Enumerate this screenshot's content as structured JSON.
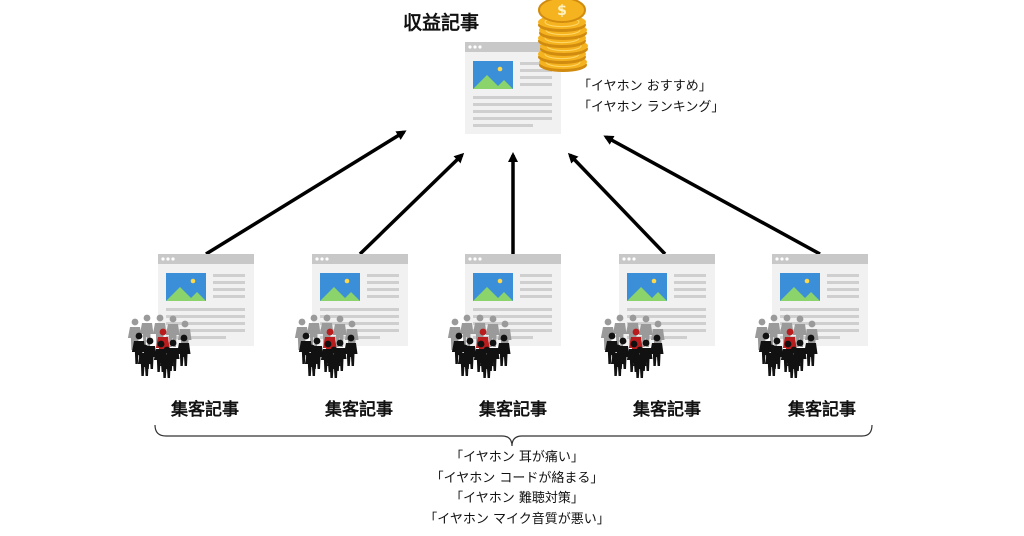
{
  "revenue_article": {
    "label": "収益記事",
    "keywords": [
      "「イヤホン おすすめ」",
      "「イヤホン ランキング」"
    ],
    "icon": "coin-stack-icon"
  },
  "traffic_articles": [
    {
      "label": "集客記事"
    },
    {
      "label": "集客記事"
    },
    {
      "label": "集客記事"
    },
    {
      "label": "集客記事"
    },
    {
      "label": "集客記事"
    }
  ],
  "traffic_keywords": [
    "「イヤホン 耳が痛い」",
    "「イヤホン コードが絡まる」",
    "「イヤホン 難聴対策」",
    "「イヤホン マイク音質が悪い」"
  ],
  "colors": {
    "arrow": "#000000",
    "page_bar": "#b9b9b9",
    "page_bg": "#f1f1f1",
    "image_sky": "#3b8ed8",
    "image_hill": "#8bd36b",
    "sun": "#ffd84a",
    "coin": "#f5b320",
    "person": "#111111",
    "person_back": "#999999",
    "person_highlight": "#b81c1c"
  }
}
